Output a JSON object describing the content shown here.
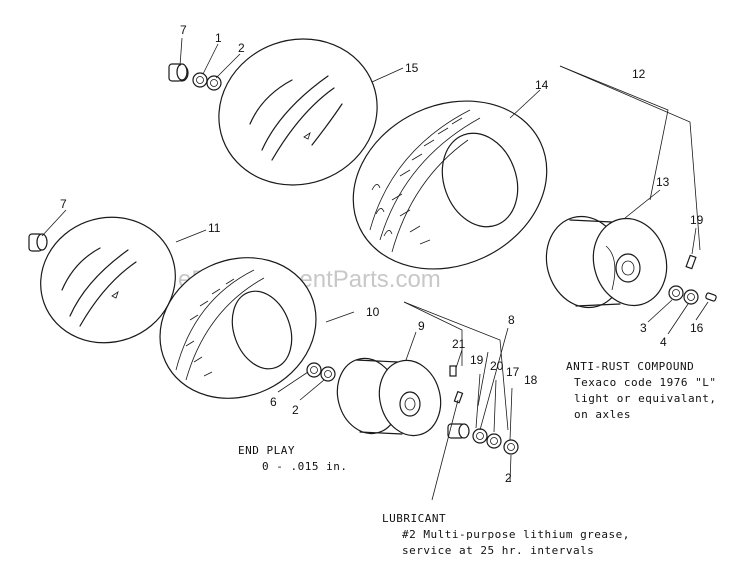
{
  "watermark": "eReplacementParts.com",
  "callouts": {
    "p7a": "7",
    "p1": "1",
    "p2a": "2",
    "p15": "15",
    "p14": "14",
    "p12": "12",
    "p13": "13",
    "p19a": "19",
    "p7b": "7",
    "p11": "11",
    "p10": "10",
    "p9": "9",
    "p8": "8",
    "p21": "21",
    "p19b": "19",
    "p20": "20",
    "p17": "17",
    "p18": "18",
    "p3": "3",
    "p4": "4",
    "p16": "16",
    "p6": "6",
    "p2b": "2",
    "p2c": "2"
  },
  "notes": {
    "antirust_title": "ANTI-RUST COMPOUND",
    "antirust_line1": "Texaco code 1976 \"L\"",
    "antirust_line2": "light or equivalant,",
    "antirust_line3": "on axles",
    "endplay_title": "END PLAY",
    "endplay_value": "0 - .015 in.",
    "lube_title": "LUBRICANT",
    "lube_line1": "#2 Multi-purpose lithium grease,",
    "lube_line2": "service at 25 hr. intervals"
  }
}
